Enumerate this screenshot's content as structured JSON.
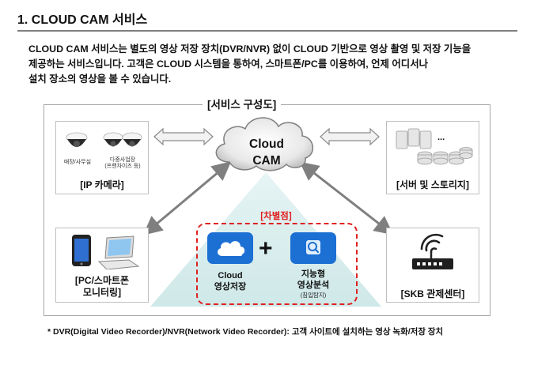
{
  "header": {
    "title": "1. CLOUD CAM 서비스"
  },
  "description": {
    "lines": [
      "CLOUD CAM 서비스는 별도의 영상 저장 장치(DVR/NVR) 없이 CLOUD 기반으로 영상 촬영 및 저장 기능을",
      "제공하는 서비스입니다. 고객은 CLOUD 시스템을 통하여, 스마트폰/PC를 이용하여, 언제 어디서나",
      "설치 장소의 영상을 볼 수 있습니다."
    ]
  },
  "diagram": {
    "section_title": "[서비스 구성도]",
    "cloud": {
      "line1": "Cloud",
      "line2": "CAM"
    },
    "ip_camera": {
      "label": "[IP 카메라]",
      "cam1_caption": "매장/사무실",
      "cam2_caption_line1": "다중사업장",
      "cam2_caption_line2": "(프랜차이즈 등)"
    },
    "server": {
      "label": "[서버 및 스토리지]",
      "ellipsis": "..."
    },
    "pc": {
      "label_line1": "[PC/스마트폰",
      "label_line2": "모니터링]"
    },
    "skb": {
      "label": "[SKB 관제센터]"
    },
    "differentiation": {
      "label": "[차별점]",
      "plus": "+",
      "storage": {
        "line1": "Cloud",
        "line2": "영상저장"
      },
      "analysis": {
        "line1": "지능형",
        "line2": "영상분석",
        "sub": "(침입탐지)"
      }
    },
    "colors": {
      "frame": "#a6a6a6",
      "triangle": "#d5ecec",
      "accent_red": "#e02020",
      "tile_blue": "#1c6fd3",
      "arrow": "#7f7f7f"
    }
  },
  "footnote": "* DVR(Digital Video Recorder)/NVR(Network Video Recorder): 고객 사이트에 설치하는 영상 녹화/저장 장치"
}
